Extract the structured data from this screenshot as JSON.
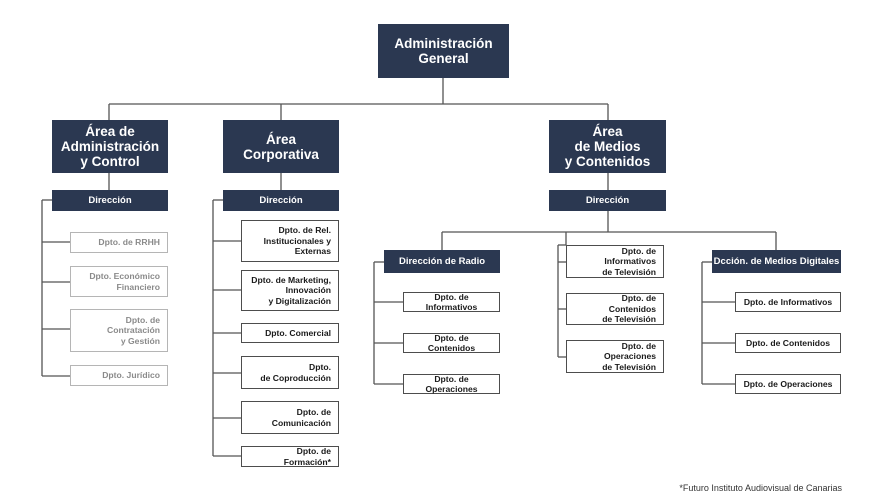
{
  "root": "Administración General",
  "areas": {
    "admin": {
      "title": "Área de\nAdministración\ny Control",
      "direction": "Dirección",
      "items": [
        "Dpto. de RRHH",
        "Dpto. Económico\nFinanciero",
        "Dpto. de\nContratación\ny Gestión",
        "Dpto. Jurídico"
      ]
    },
    "corp": {
      "title": "Área\nCorporativa",
      "direction": "Dirección",
      "items": [
        "Dpto. de Rel.\nInstitucionales y\nExternas",
        "Dpto. de Marketing,\nInnovación\ny Digitalización",
        "Dpto. Comercial",
        "Dpto.\nde Coproducción",
        "Dpto. de\nComunicación",
        "Dpto. de  Formación*"
      ]
    },
    "media": {
      "title": "Área\nde Medios\ny Contenidos",
      "direction": "Dirección",
      "radio": {
        "title": "Dirección de Radio",
        "items": [
          "Dpto. de Informativos",
          "Dpto. de Contenidos",
          "Dpto. de Operaciones"
        ]
      },
      "tv": {
        "items": [
          "Dpto. de Informativos\nde Televisión",
          "Dpto. de Contenidos\nde Televisión",
          "Dpto. de Operaciones\nde Televisión"
        ]
      },
      "digital": {
        "title": "Dcción. de Medios Digitales",
        "items": [
          "Dpto. de Informativos",
          "Dpto. de Contenidos",
          "Dpto. de Operaciones"
        ]
      }
    }
  },
  "footnote": "*Futuro Instituto Audiovisual de Canarias",
  "colors": {
    "box_fill": "#2b3851",
    "line": "#555555",
    "soft_border": "#b5b5b5"
  }
}
